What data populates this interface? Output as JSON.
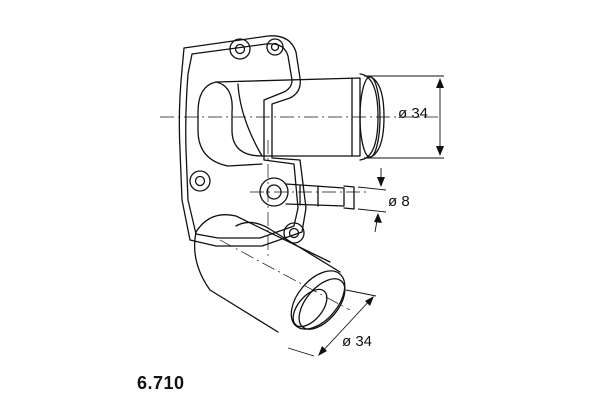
{
  "drawing": {
    "dimensions": {
      "upper_outlet": "ø 34",
      "small_port": "ø 8",
      "lower_outlet": "ø 34"
    },
    "part_number": "6.710"
  },
  "colors": {
    "line": "#111111",
    "background": "#ffffff"
  }
}
